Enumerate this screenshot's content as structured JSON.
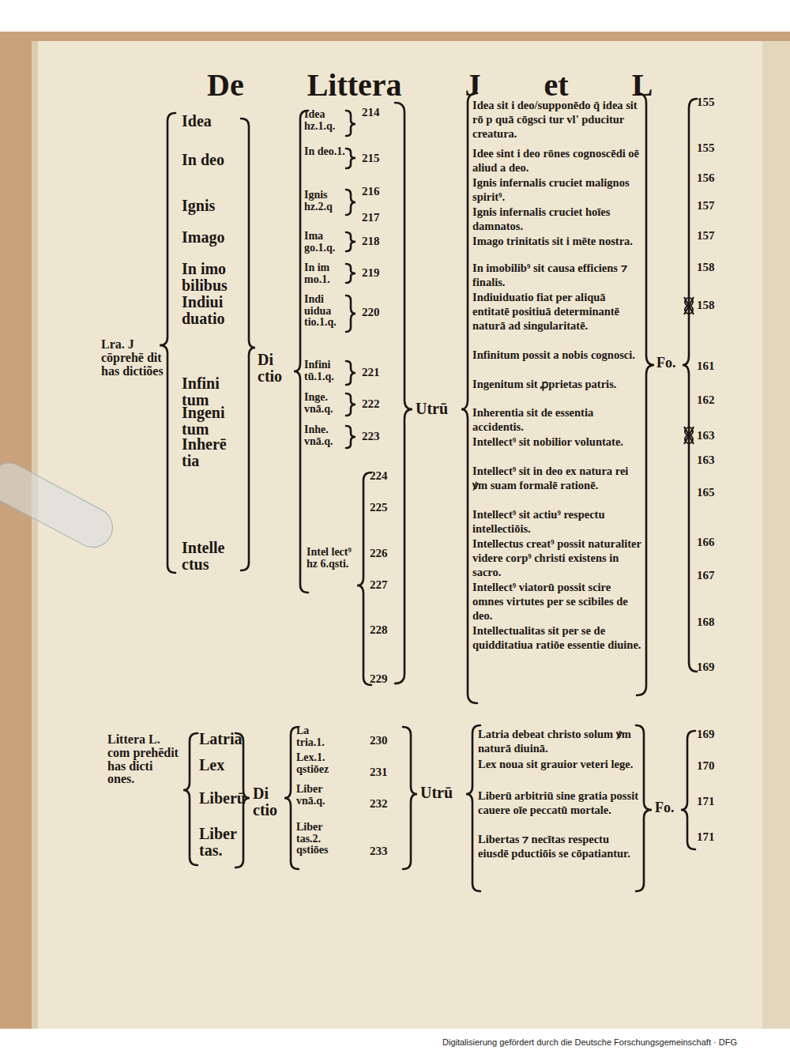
{
  "diagram": {
    "title": "De Littera J et L",
    "labels": [
      "Lra. J cōprehē dit has dictiões",
      "Idea",
      "In deo",
      "Ignis",
      "Imago",
      "In imo bilibus",
      "Indiui duatio",
      "Infini tum",
      "Ingeni tum",
      "Inherē tia",
      "Intelle ctus",
      "Di ctio",
      "Idea hz.1.q.",
      "214",
      "In deo.1.",
      "215",
      "Ignis hz.2.q",
      "216",
      "217",
      "Ima go.1.q.",
      "218",
      "In im mo.1.",
      "219",
      "Indi uidua tio.1.q.",
      "220",
      "Infini tū.1.q.",
      "221",
      "Inge. vnā.q.",
      "222",
      "Inhe. vnā.q.",
      "223",
      "224",
      "225",
      "Intel lect⁹ hz 6.qsti.",
      "226",
      "227",
      "228",
      "229",
      "Utrū",
      "Idea sit i deo/supponēdo q̄ idea sit rō p quā cōgsci tur vl' pducitur creatura.",
      "Idee sint i deo rōnes cognoscēdi oē aliud a deo.",
      "Ignis infernalis cruciet malignos spirit⁹.",
      "Ignis infernalis cruciet hoīes damnatos.",
      "Imago trinitatis sit i mēte nostra.",
      "In imobilib⁹ sit causa efficiens ⁊ finalis.",
      "Indiuiduatio fiat per aliquā entitatē positiuā determinantē naturā ad singularitatē.",
      "Infinitum possit a nobis cognosci.",
      "Ingenitum sit ꝓprietas patris.",
      "Inherentia sit de essentia accidentis.",
      "Intellect⁹ sit nobilior voluntate.",
      "Intellect⁹ sit in deo ex natura rei ꝟm suam formalē rationē.",
      "Intellect⁹ sit actiu⁹ respectu intellectiōis.",
      "Intellectus creat⁹ possit naturaliter videre corp⁹ christi existens in sacro.",
      "Intellect⁹ viatorū possit scire omnes virtutes per se scibiles de deo.",
      "Intellectualitas sit per se de quidditatiua ratiōe essentie diuine.",
      "Fo.",
      "155",
      "155",
      "156",
      "157",
      "157",
      "158",
      "158",
      "161",
      "162",
      "163",
      "163",
      "165",
      "166",
      "167",
      "168",
      "169",
      "Littera L. com prehēdit has dicti ones.",
      "Latria",
      "Lex",
      "Liberū",
      "Liber tas.",
      "Di ctio",
      "La tria.1.",
      "230",
      "Lex.1. qstiōez",
      "231",
      "Liber vnā.q.",
      "232",
      "Liber tas.2. qstiōes",
      "233",
      "Utrū",
      "Latria debeat christo solum ꝟm naturā diuinā.",
      "Lex noua sit grauior veteri lege.",
      "Liberū arbitriū sine gratia possit cauere oīe peccatū mortale.",
      "Libertas ⁊ necītas respectu eiusdē pductiōis se cōpatiantur.",
      "Fo.",
      "169",
      "170",
      "171",
      "171",
      "Digitalisierung gefördert durch die Deutsche Forschungsgemeinschaft · DFG"
    ]
  }
}
